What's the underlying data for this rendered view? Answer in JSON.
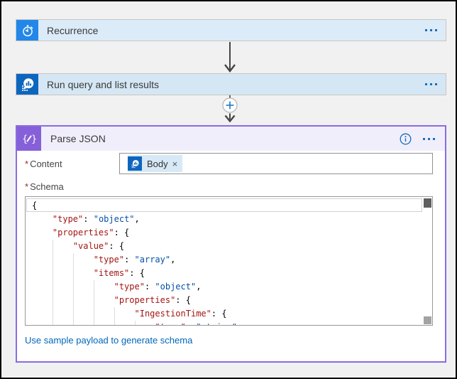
{
  "steps": [
    {
      "title": "Recurrence",
      "icon": "alarm-clock-icon",
      "icon_bg": "#2287E8",
      "card_bg": "#DCEBF8"
    },
    {
      "title": "Run query and list results",
      "icon": "azure-monitor-logs-icon",
      "icon_bg": "#0D66BE",
      "card_bg": "#D5E7F4"
    }
  ],
  "insert_step": {
    "icon": "plus-circle-icon"
  },
  "parse_json": {
    "title": "Parse JSON",
    "accent_color": "#8A6CE2",
    "header_bg": "#F1EEFB",
    "icon": "code-braces-pencil-icon",
    "info_icon": "info-circle-icon",
    "more_icon": "ellipsis-icon",
    "required_marker": "*",
    "content_field": {
      "label": "Content",
      "token": {
        "label": "Body",
        "remove_symbol": "×",
        "icon": "azure-monitor-logs-icon"
      }
    },
    "schema_field": {
      "label": "Schema"
    },
    "schema_editor": {
      "key_color": "#A31515",
      "string_color": "#0451A5",
      "lines": [
        [
          [
            "p",
            "{"
          ]
        ],
        [
          [
            "p",
            "    "
          ],
          [
            "k",
            "\"type\""
          ],
          [
            "p",
            ": "
          ],
          [
            "s",
            "\"object\""
          ],
          [
            "p",
            ","
          ]
        ],
        [
          [
            "p",
            "    "
          ],
          [
            "k",
            "\"properties\""
          ],
          [
            "p",
            ": {"
          ]
        ],
        [
          [
            "p",
            "        "
          ],
          [
            "k",
            "\"value\""
          ],
          [
            "p",
            ": {"
          ]
        ],
        [
          [
            "p",
            "            "
          ],
          [
            "k",
            "\"type\""
          ],
          [
            "p",
            ": "
          ],
          [
            "s",
            "\"array\""
          ],
          [
            "p",
            ","
          ]
        ],
        [
          [
            "p",
            "            "
          ],
          [
            "k",
            "\"items\""
          ],
          [
            "p",
            ": {"
          ]
        ],
        [
          [
            "p",
            "                "
          ],
          [
            "k",
            "\"type\""
          ],
          [
            "p",
            ": "
          ],
          [
            "s",
            "\"object\""
          ],
          [
            "p",
            ","
          ]
        ],
        [
          [
            "p",
            "                "
          ],
          [
            "k",
            "\"properties\""
          ],
          [
            "p",
            ": {"
          ]
        ],
        [
          [
            "p",
            "                    "
          ],
          [
            "k",
            "\"IngestionTime\""
          ],
          [
            "p",
            ": {"
          ]
        ],
        [
          [
            "p",
            "                        "
          ],
          [
            "k",
            "\"type\""
          ],
          [
            "p",
            ": "
          ],
          [
            "s",
            "\"string\""
          ]
        ]
      ]
    },
    "footer_link": "Use sample payload to generate schema"
  }
}
